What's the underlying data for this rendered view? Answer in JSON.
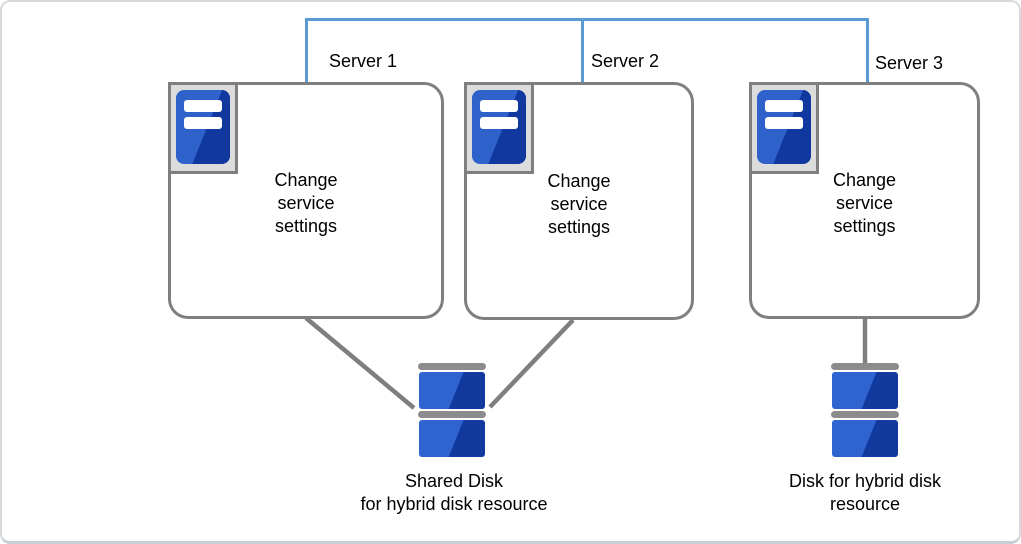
{
  "diagram": {
    "servers": [
      {
        "label": "Server 1",
        "box_text": "Change\nservice\nsettings"
      },
      {
        "label": "Server 2",
        "box_text": "Change\nservice\nsettings"
      },
      {
        "label": "Server 3",
        "box_text": "Change\nservice\nsettings"
      }
    ],
    "disks": [
      {
        "caption": "Shared Disk\nfor hybrid disk resource",
        "connects": [
          "Server 1",
          "Server 2"
        ]
      },
      {
        "caption": "Disk for hybrid disk\nresource",
        "connects": [
          "Server 3"
        ]
      }
    ]
  },
  "icons": {
    "server": "server-tower-icon",
    "disk": "disk-stack-icon"
  },
  "colors": {
    "background": "#FFFFFF",
    "text": "#000000",
    "network_line": "#5B9BD5",
    "connector_gray": "#7F7F7F",
    "box_border": "#7F7F7F",
    "icon_frame_fill": "#DCDCDC",
    "icon_frame_border": "#7F7F7F",
    "server_blue_light": "#2E61CA",
    "server_blue_dark": "#10389E",
    "disk_blue_light": "#2F63CF",
    "disk_blue_dark": "#123A9E",
    "disk_bar_gray": "#8C8C8C",
    "frame_border": "#D7DADD",
    "frame_border_bottom": "#C9CED2"
  }
}
